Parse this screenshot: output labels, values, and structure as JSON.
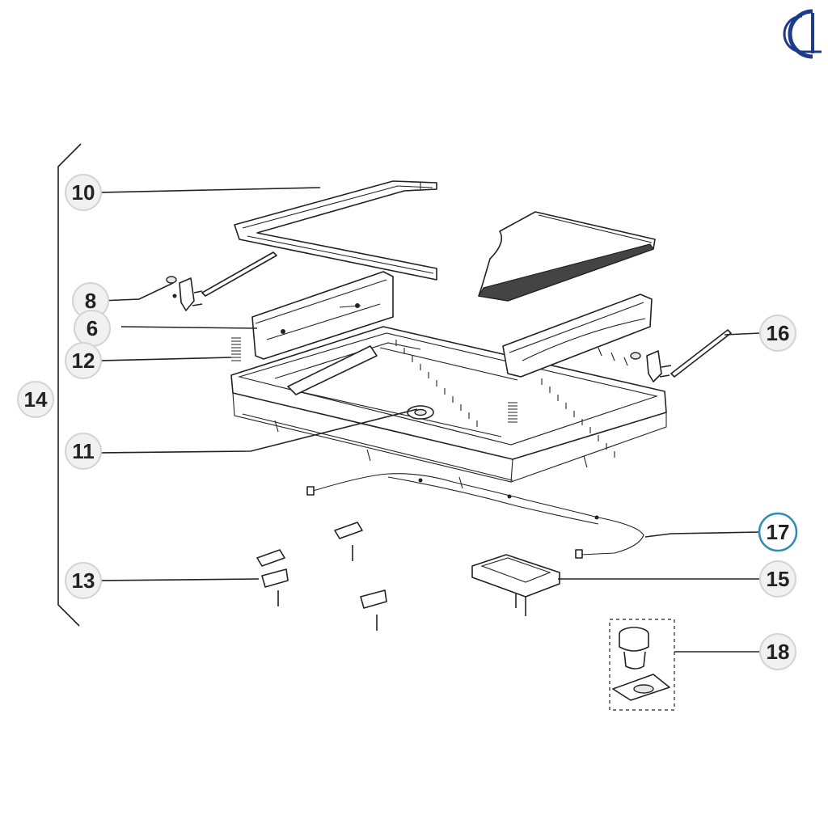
{
  "brand": {
    "logo_icon": "brand-logo-icon",
    "accent": "#1e3a8a"
  },
  "diagram": {
    "selected_color": "#2a8fb4",
    "callouts": {
      "c10": "10",
      "c8": "8",
      "c6": "6",
      "c12": "12",
      "c14": "14",
      "c11": "11",
      "c13": "13",
      "c16": "16",
      "c17": "17",
      "c15": "15",
      "c18": "18"
    },
    "selected": "17"
  }
}
